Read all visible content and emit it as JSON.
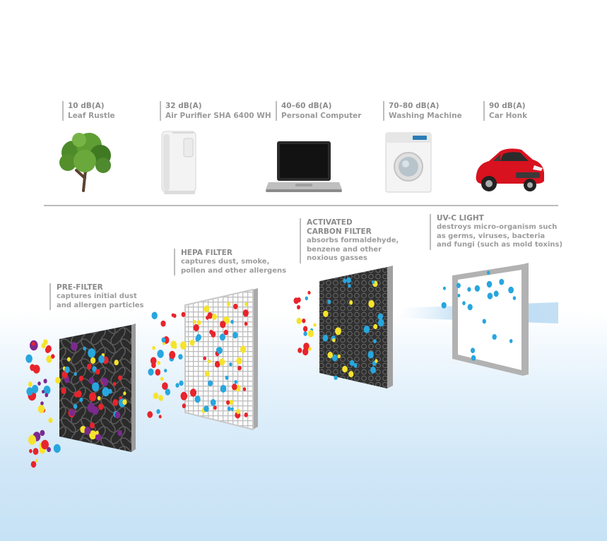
{
  "noise_levels": [
    {
      "level": "10 dB(A)",
      "name": "Leaf Rustle",
      "icon": "tree-icon"
    },
    {
      "level": "32 dB(A)",
      "name": "Air Purifier SHA 6400 WH",
      "icon": "air-purifier-icon"
    },
    {
      "level": "40–60 dB(A)",
      "name": "Personal Computer",
      "icon": "laptop-icon"
    },
    {
      "level": "70–80 dB(A)",
      "name": "Washing Machine",
      "icon": "washing-machine-icon"
    },
    {
      "level": "90 dB(A)",
      "name": "Car Honk",
      "icon": "car-icon"
    }
  ],
  "filters": [
    {
      "title": "PRE-FILTER",
      "desc": [
        "captures initial dust",
        "and allergen particles"
      ]
    },
    {
      "title": "HEPA FILTER",
      "desc": [
        "captures dust, smoke,",
        "pollen and other allergens"
      ]
    },
    {
      "title": "ACTIVATED",
      "title2": "CARBON FILTER",
      "desc": [
        "absorbs formaldehyde,",
        "benzene and other",
        "noxious gasses"
      ]
    },
    {
      "title": "UV-C LIGHT",
      "desc": [
        "destroys micro-organism such",
        "as germs, viruses, bacteria",
        "and fungi (such as mold toxins)"
      ]
    }
  ],
  "colors": {
    "particle_red": "#e8242c",
    "particle_yellow": "#f6e32c",
    "particle_blue": "#27a6de",
    "particle_purple": "#7b2a8e",
    "car_red": "#d8121f",
    "frame_gray": "#a9a9a9",
    "filter_dark": "#2b2b2b",
    "air_blue": "#c9e4f6"
  }
}
